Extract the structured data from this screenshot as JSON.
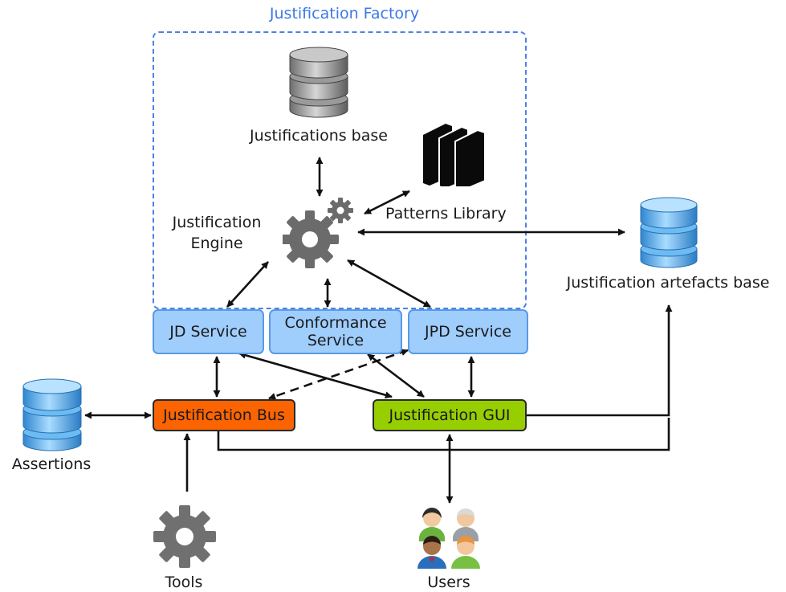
{
  "factory": {
    "title": "Justification Factory"
  },
  "components": {
    "justifications_base": "Justifications base",
    "patterns_library": "Patterns Library",
    "engine_line1": "Justification",
    "engine_line2": "Engine",
    "artefacts_base": "Justification artefacts base",
    "assertions": "Assertions",
    "tools": "Tools",
    "users": "Users"
  },
  "services": {
    "jd": "JD Service",
    "conformance_line1": "Conformance",
    "conformance_line2": "Service",
    "jpd": "JPD Service"
  },
  "bus": {
    "label": "Justification Bus"
  },
  "gui": {
    "label": "Justification GUI"
  },
  "colors": {
    "factory_border": "#4a80e8",
    "service_fill": "#9fcdfc",
    "bus_fill": "#fb6400",
    "gui_fill": "#97ce00",
    "database_blue": "#4aa8ec",
    "database_gray": "#8a8a8a",
    "gear": "#6b6b6b"
  }
}
